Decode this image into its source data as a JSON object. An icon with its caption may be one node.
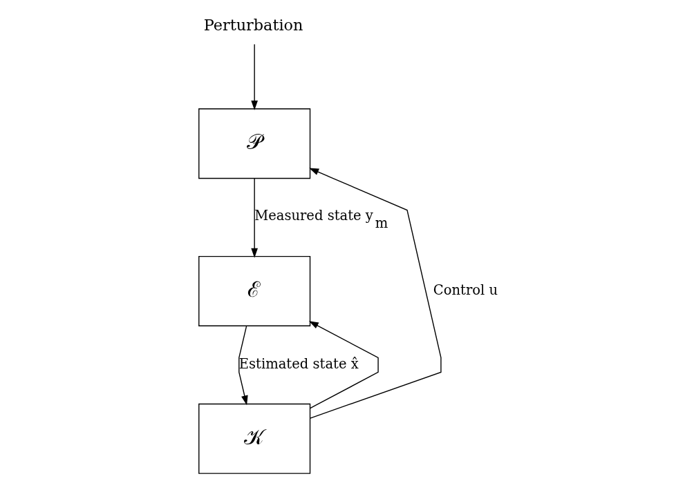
{
  "diagram": {
    "nodes": [
      {
        "text": [
          "Perturbation"
        ]
      },
      {
        "text": [
          "𝒫"
        ]
      },
      {
        "text": [
          "ℰ"
        ]
      },
      {
        "text": [
          "𝒦"
        ]
      }
    ],
    "edges": [
      {
        "from": 0,
        "to": 1,
        "arrow": "to"
      },
      {
        "from": 1,
        "to": 2,
        "arrow": "to",
        "label": "Measured state y$_{m}$"
      },
      {
        "from": 2,
        "to": 3,
        "arrow": "to",
        "label": "Estimated state x̂"
      },
      {
        "from": 3,
        "to": 1,
        "arrow": "to",
        "label": "Control u"
      },
      {
        "from": 3,
        "to": 2,
        "arrow": "to"
      }
    ]
  }
}
